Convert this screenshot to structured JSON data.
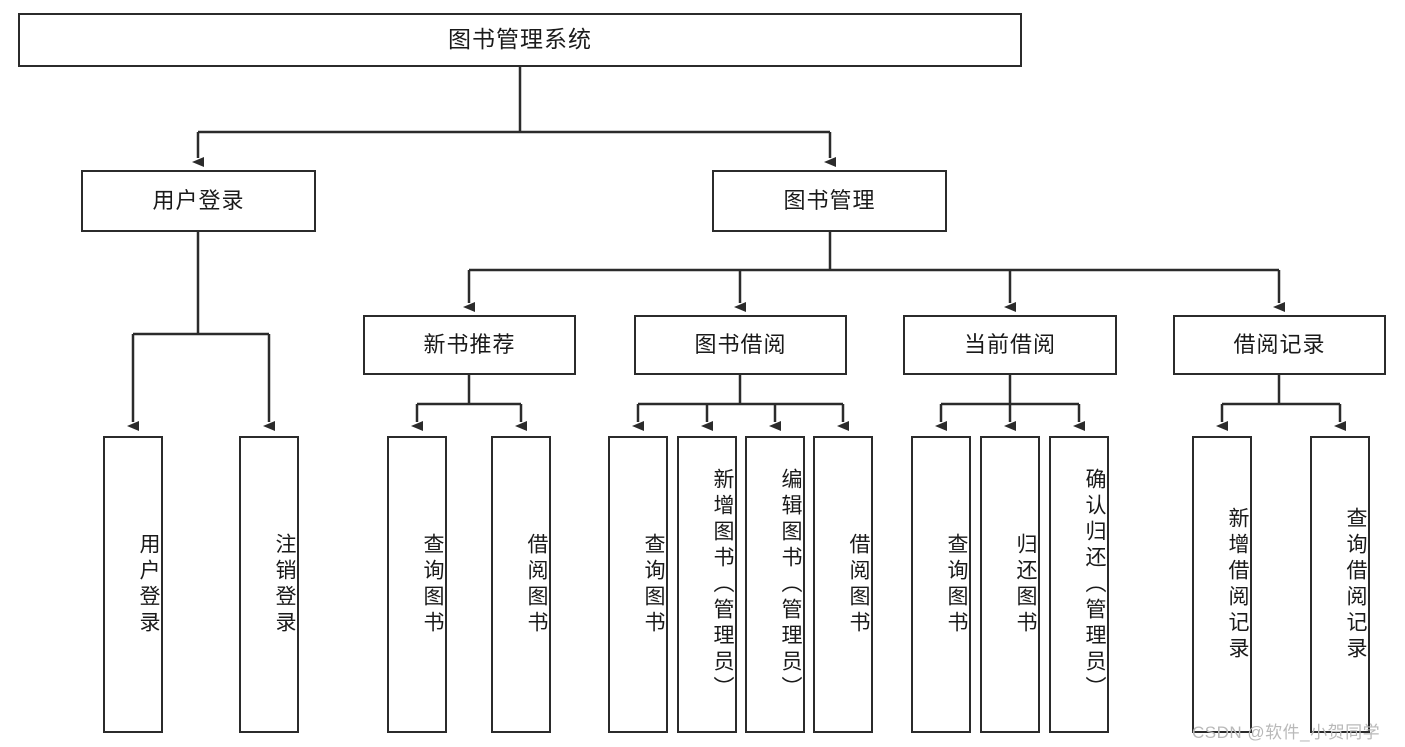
{
  "diagram": {
    "title": "图书管理系统",
    "type": "tree",
    "orientation": "top-down",
    "colors": {
      "node_border": "#2b2b2b",
      "node_fill": "#ffffff",
      "edge": "#2b2b2b",
      "background": "#ffffff",
      "watermark": "#b9b9b9"
    },
    "nodes": {
      "root": {
        "label": "图书管理系统"
      },
      "level2": [
        {
          "label": "用户登录"
        },
        {
          "label": "图书管理"
        }
      ],
      "level3": [
        {
          "label": "新书推荐"
        },
        {
          "label": "图书借阅"
        },
        {
          "label": "当前借阅"
        },
        {
          "label": "借阅记录"
        }
      ],
      "leaves": {
        "user_login": [
          {
            "label": "用户登录"
          },
          {
            "label": "注销登录"
          }
        ],
        "new_book": [
          {
            "label": "查询图书"
          },
          {
            "label": "借阅图书"
          }
        ],
        "book_borrow": [
          {
            "label": "查询图书"
          },
          {
            "label": "新增图书（管理员）"
          },
          {
            "label": "编辑图书（管理员）"
          },
          {
            "label": "借阅图书"
          }
        ],
        "current_borrow": [
          {
            "label": "查询图书"
          },
          {
            "label": "归还图书"
          },
          {
            "label": "确认归还（管理员）"
          }
        ],
        "borrow_record": [
          {
            "label": "新增借阅记录"
          },
          {
            "label": "查询借阅记录"
          }
        ]
      }
    }
  },
  "watermark": {
    "text": "CSDN @软件_小贺同学"
  }
}
